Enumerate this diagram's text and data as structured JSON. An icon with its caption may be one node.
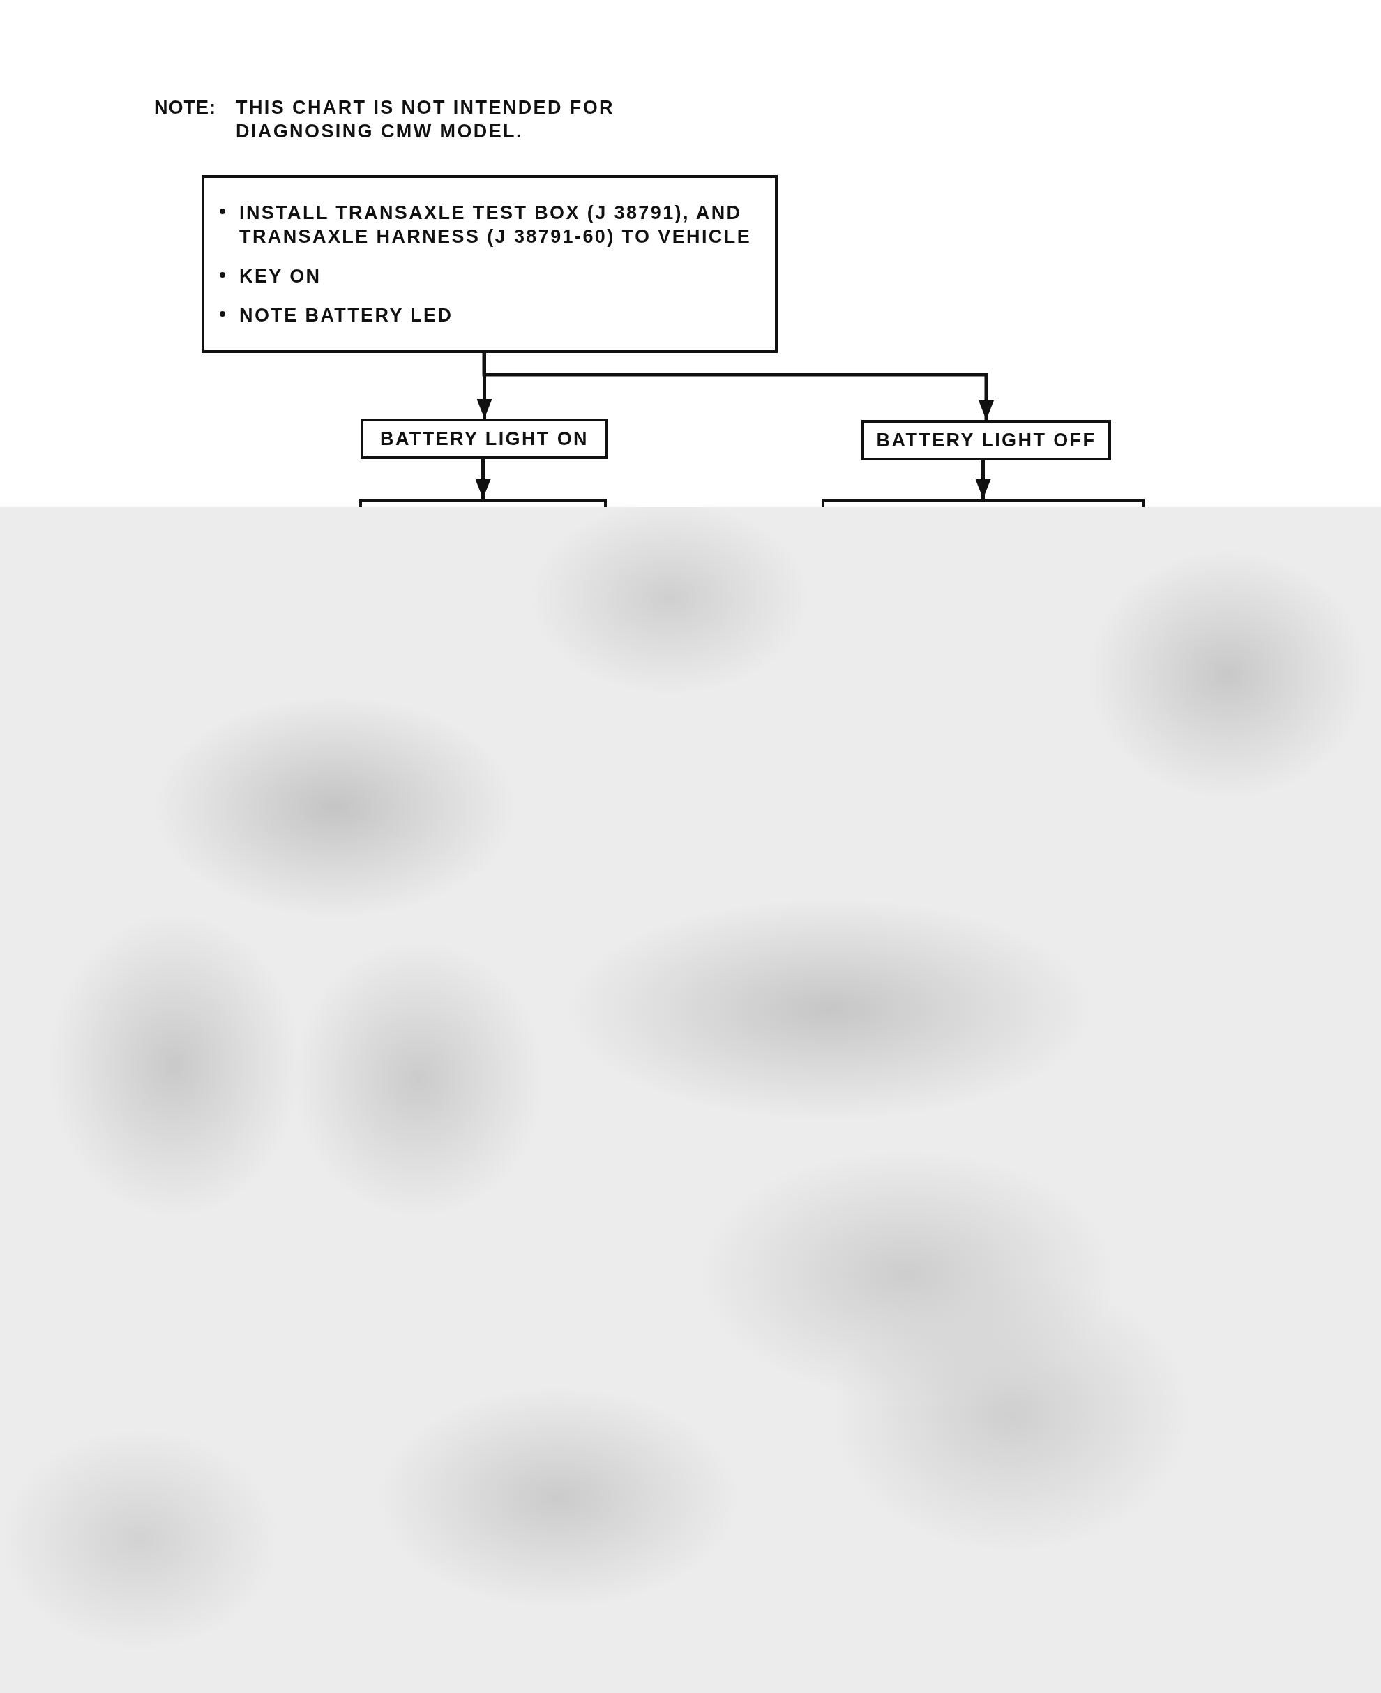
{
  "diagram": {
    "nodes": [
      {
        "text": [
          "INSTALL TRANSAXLE TEST BOX (J 38791), AND TRANSAXLE HARNESS (J 38791-60) TO VEHICLE",
          "KEY ON",
          "NOTE BATTERY LED"
        ]
      },
      {
        "text": [
          "BATTERY LIGHT ON"
        ]
      },
      {
        "text": [
          "BATTERY LIGHT OFF"
        ]
      },
      {
        "text": [],
        "shape": "box"
      },
      {
        "text": [],
        "shape": "box"
      }
    ],
    "edges": [
      {
        "from": 0,
        "to": 1,
        "arrow": "to"
      },
      {
        "from": 0,
        "to": 2,
        "arrow": "to"
      },
      {
        "from": 1,
        "to": 3,
        "arrow": "to"
      },
      {
        "from": 2,
        "to": 4,
        "arrow": "to"
      }
    ],
    "labels": [
      "NOTE:",
      "THIS CHART IS NOT INTENDED FOR DIAGNOSING CMW MODEL."
    ]
  }
}
